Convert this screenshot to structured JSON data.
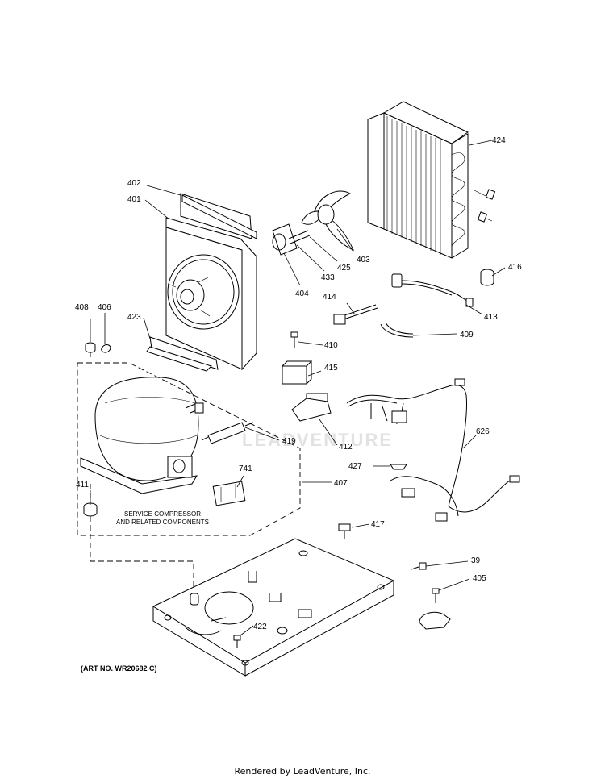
{
  "diagram": {
    "parts": [
      "402",
      "401",
      "423",
      "408",
      "406",
      "404",
      "433",
      "425",
      "403",
      "424",
      "416",
      "413",
      "414",
      "409",
      "410",
      "415",
      "412",
      "626",
      "419",
      "741",
      "427",
      "407",
      "411",
      "417",
      "39",
      "405",
      "422"
    ],
    "service_note": [
      "SERVICE COMPRESSOR",
      "AND RELATED COMPONENTS"
    ],
    "art_number": "(ART NO. WR20682 C)",
    "watermark": "LEADVENTURE"
  },
  "footer": {
    "text": "Rendered by LeadVenture, Inc."
  }
}
